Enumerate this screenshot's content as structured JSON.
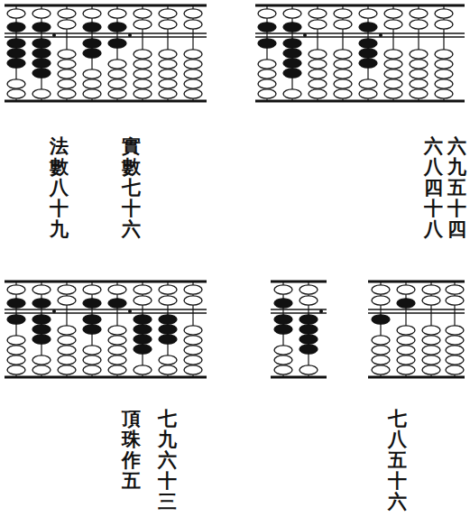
{
  "diagram": {
    "labels": [
      "法數八十九",
      "實數七十六",
      "六八四十八",
      "六九五十四",
      "頂珠作五",
      "七九六十三",
      "七八五十六"
    ]
  }
}
